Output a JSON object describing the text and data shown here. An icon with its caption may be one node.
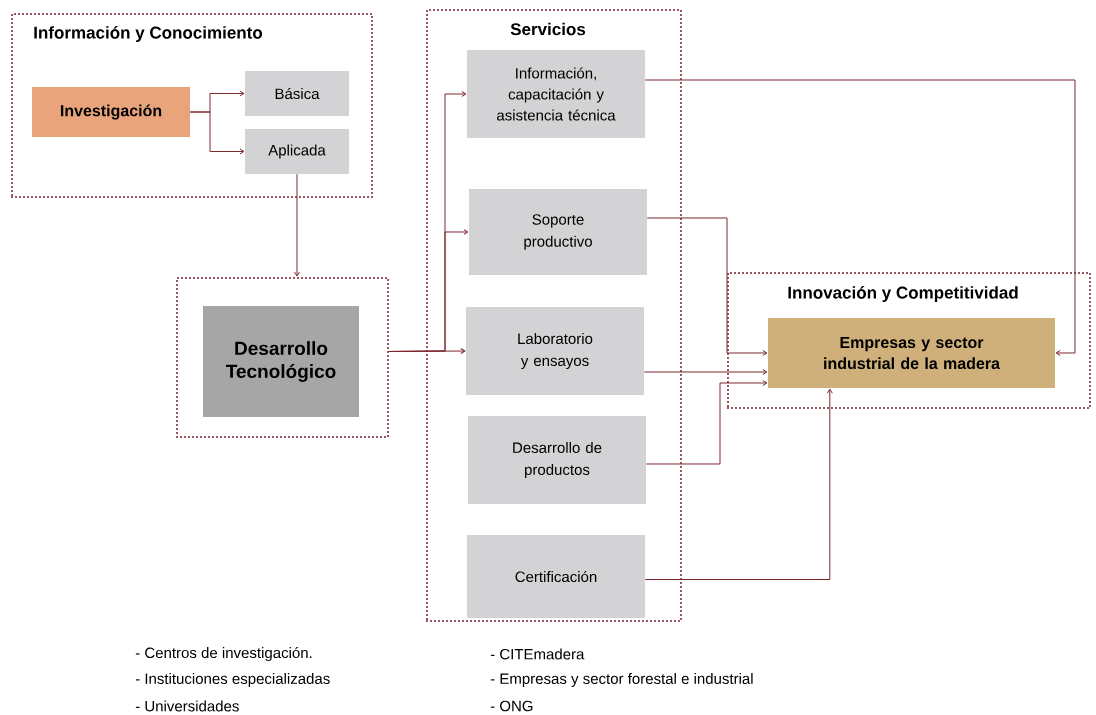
{
  "diagram": {
    "nodes": [
      {
        "text": [
          "Información y Conocimiento"
        ]
      },
      {
        "text": [
          "Investigación"
        ],
        "in": 0
      },
      {
        "text": [
          "Básica"
        ],
        "in": 0
      },
      {
        "text": [
          "Aplicada"
        ],
        "in": 0
      },
      {
        "text": [],
        "shape": "box"
      },
      {
        "text": [
          "Desarrollo Tecnológico"
        ],
        "in": 4
      },
      {
        "text": [
          "Servicios"
        ]
      },
      {
        "text": [
          "Información, capacitación y asistencia técnica"
        ],
        "in": 6
      },
      {
        "text": [
          "Soporte productivo"
        ],
        "in": 6
      },
      {
        "text": [
          "Laboratorio y ensayos"
        ],
        "in": 6
      },
      {
        "text": [
          "Desarrollo de productos"
        ],
        "in": 6
      },
      {
        "text": [
          "Certificación"
        ],
        "in": 6
      },
      {
        "text": [
          "Innovación y Competitividad"
        ]
      },
      {
        "text": [
          "Empresas y sector industrial de la madera"
        ],
        "in": 12
      }
    ],
    "edges": [
      {
        "from": 1,
        "to": 2,
        "arrow": "to"
      },
      {
        "from": 1,
        "to": 3,
        "arrow": "to"
      },
      {
        "from": 3,
        "to": 4,
        "arrow": "to"
      },
      {
        "from": 4,
        "to": 7,
        "arrow": "to"
      },
      {
        "from": 4,
        "to": 8,
        "arrow": "to"
      },
      {
        "from": 4,
        "to": 9,
        "arrow": "to"
      },
      {
        "from": 7,
        "to": 13,
        "arrow": "to"
      },
      {
        "from": 8,
        "to": 13,
        "arrow": "to"
      },
      {
        "from": 9,
        "to": 13,
        "arrow": "to"
      },
      {
        "from": 10,
        "to": 13,
        "arrow": "to"
      },
      {
        "from": 11,
        "to": 13,
        "arrow": "to"
      }
    ],
    "labels": [
      "- Centros de investigación.",
      "- CITEmadera",
      "- Instituciones especializadas",
      "- Empresas y sector forestal e industrial",
      "- Universidades",
      "- ONG"
    ]
  }
}
